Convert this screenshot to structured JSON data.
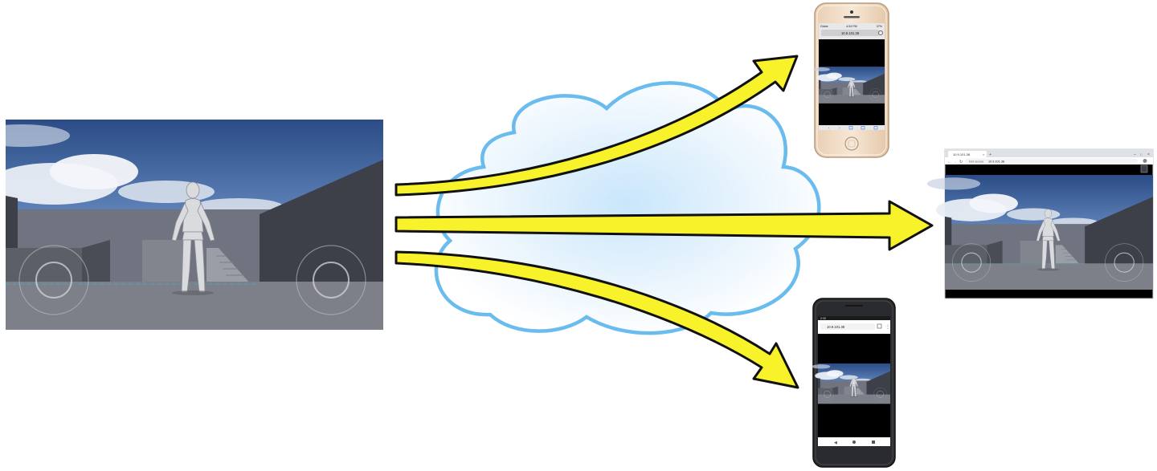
{
  "diagram": {
    "nodes": [
      {
        "id": "source",
        "kind": "game-viewport-landscape"
      },
      {
        "id": "cloud",
        "kind": "network-cloud"
      },
      {
        "id": "iphone",
        "kind": "ios-phone-browser"
      },
      {
        "id": "desktop",
        "kind": "desktop-browser-window"
      },
      {
        "id": "android",
        "kind": "android-phone-browser"
      }
    ],
    "edges": [
      {
        "from": "source",
        "to": "iphone"
      },
      {
        "from": "source",
        "to": "desktop"
      },
      {
        "from": "source",
        "to": "android"
      }
    ]
  },
  "iphone": {
    "status_carrier": "Globe",
    "status_time": "4:34 PM",
    "status_battery": "37%",
    "address": "10.9.101.38"
  },
  "android": {
    "status_time": "2:30",
    "address": "10.9.101.38"
  },
  "desktop": {
    "tab_title": "10.9.101.38",
    "url_prefix": "Not secure",
    "url": "10.9.101.38"
  },
  "colors": {
    "arrow_fill": "#f7f22a",
    "arrow_stroke": "#111111",
    "cloud_stroke": "#6bbcee",
    "sky_top": "#2c4f8a",
    "ground": "#7d8088"
  }
}
